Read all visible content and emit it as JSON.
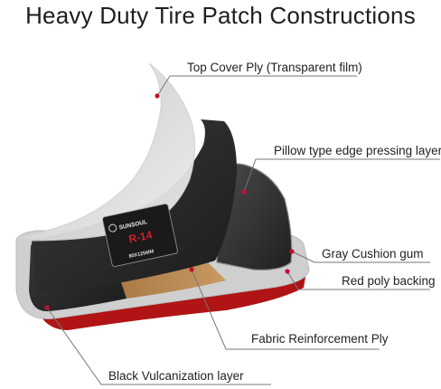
{
  "title": "Heavy Duty Tire Patch Constructions",
  "layers": [
    {
      "label": "Top Cover Ply (Transparent film)"
    },
    {
      "label": "Pillow type edge pressing layer"
    },
    {
      "label": "Gray Cushion gum"
    },
    {
      "label": "Red poly backing"
    },
    {
      "label": "Fabric Reinforcement Ply"
    },
    {
      "label": "Black Vulcanization layer"
    }
  ],
  "product_label": {
    "brand": "SUNSOUL",
    "model": "R-14",
    "size": "80X125MM"
  },
  "colors": {
    "accent_dot": "#c4102e",
    "leader_line": "#777777",
    "patch_black": "#2a2a2a",
    "cushion_gray": "#cfcfcf",
    "poly_red": "#b01414",
    "fabric_tan": "#b68a55"
  }
}
